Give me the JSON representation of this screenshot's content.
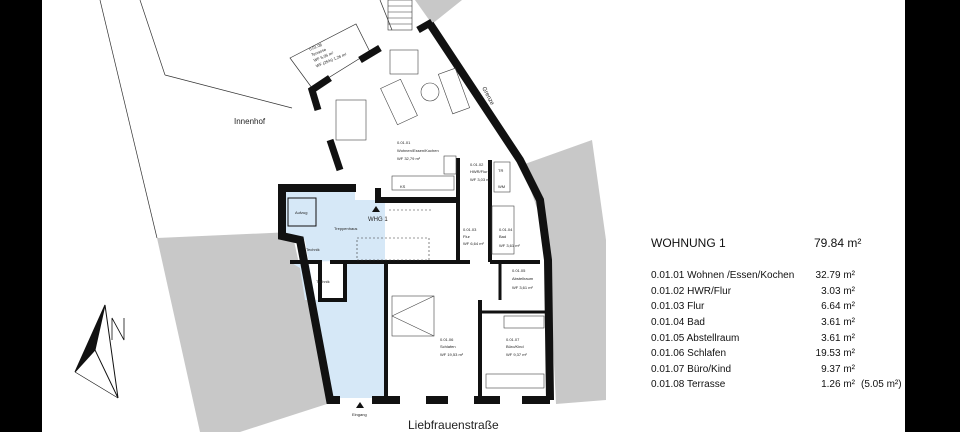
{
  "plan": {
    "courtyard_label": "Innenhof",
    "boundary_label": "Grenze",
    "street_label": "Liebfrauenstraße",
    "entrance_label": "Eingang",
    "unit_marker": "WHG 1",
    "elevator_label": "Aufzug",
    "stairwell_label": "Treppenhaus",
    "technik_1": "Technik",
    "technik_2": "Technik",
    "fridge_label": "KS",
    "dryer_label": "TR",
    "washer_label": "WM",
    "rooms": [
      {
        "id": "0.01.01",
        "name": "Wohnen/Essen/Kochen",
        "area": "WF 32,79 m²"
      },
      {
        "id": "0.01.02",
        "name": "HWR/Flur",
        "area": "WF 3,03 m²"
      },
      {
        "id": "0.01.03",
        "name": "Flur",
        "area": "WF 6,64 m²"
      },
      {
        "id": "0.01.04",
        "name": "Bad",
        "area": "WF 3,61 m²"
      },
      {
        "id": "0.01.05",
        "name": "Abstellraum",
        "area": "WF 3,61 m²"
      },
      {
        "id": "0.01.06",
        "name": "Schlafen",
        "area": "WF 19,53 m²"
      },
      {
        "id": "0.01.07",
        "name": "Büro/Kind",
        "area": "WF 9,37 m²"
      },
      {
        "id": "0.01.08",
        "name": "Terrasse",
        "area": "WF 5,05 m²",
        "area2": "WF (25%) 1,26 m²"
      }
    ],
    "colors": {
      "stairwell": "#d6e8f7",
      "neighbour": "#c8c8c8",
      "wall": "#111111"
    }
  },
  "table": {
    "title": "WOHNUNG 1",
    "total": "79.84 m²",
    "rows": [
      {
        "name": "0.01.01 Wohnen /Essen/Kochen",
        "value": "32.79 m²"
      },
      {
        "name": "0.01.02 HWR/Flur",
        "value": "3.03 m²"
      },
      {
        "name": "0.01.03 Flur",
        "value": "6.64 m²"
      },
      {
        "name": "0.01.04 Bad",
        "value": "3.61 m²"
      },
      {
        "name": "0.01.05 Abstellraum",
        "value": "3.61 m²"
      },
      {
        "name": "0.01.06 Schlafen",
        "value": "19.53 m²"
      },
      {
        "name": "0.01.07 Büro/Kind",
        "value": "9.37 m²"
      },
      {
        "name": "0.01.08 Terrasse",
        "value": "1.26 m²",
        "extra": "(5.05 m²)"
      }
    ]
  }
}
